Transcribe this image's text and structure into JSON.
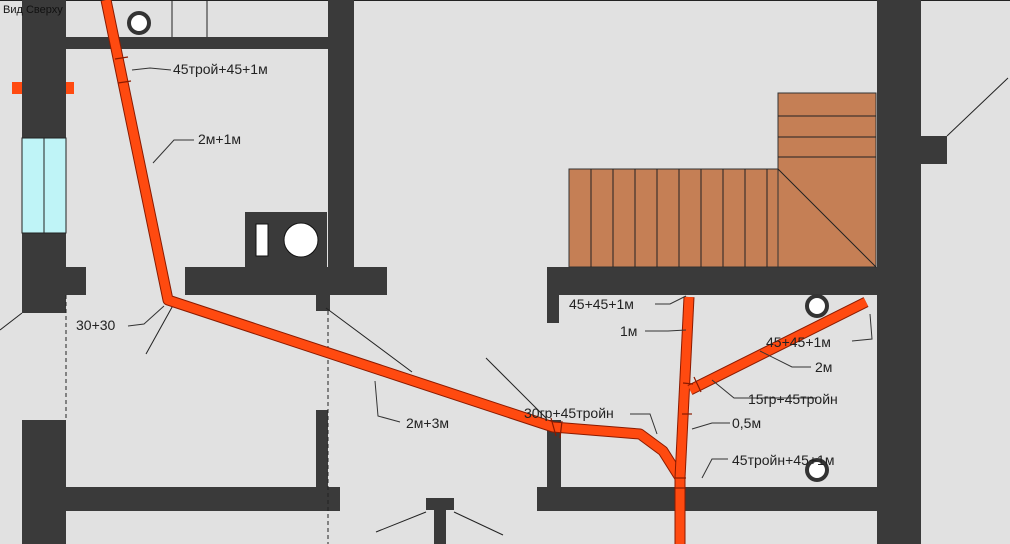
{
  "view_title": "Вид Сверху",
  "labels": {
    "l1": "45трой+45+1м",
    "l2": "2м+1м",
    "l3": "30+30",
    "l4": "2м+3м",
    "l5": "30гр+45тройн",
    "l6": "45+45+1м",
    "l7": "1м",
    "l8": "45+45+1м",
    "l9": "2м",
    "l10": "15гр+45тройн",
    "l11": "0,5м",
    "l12": "45тройн+45+1м"
  },
  "colors": {
    "background": "#e1e1e1",
    "wall": "#3a3a3a",
    "pipe": "#ff4a10",
    "stairs": "#c57f55",
    "window": "#bff4f7"
  },
  "icons": [
    "drain-ring-icon",
    "toilet-icon",
    "window-icon",
    "stairs-icon"
  ]
}
